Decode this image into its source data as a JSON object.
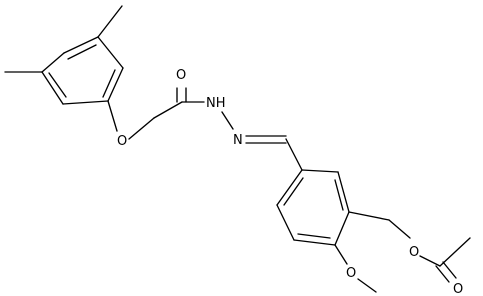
{
  "molecule": {
    "atom_labels": {
      "ether_oxygen": "O",
      "carbonyl_oxygen": "O",
      "hydrazide_nh": "NH",
      "hydrazone_n": "N",
      "ester_oxygen": "O",
      "methoxy_oxygen": "O",
      "acetyl_oxygen": "O"
    }
  }
}
